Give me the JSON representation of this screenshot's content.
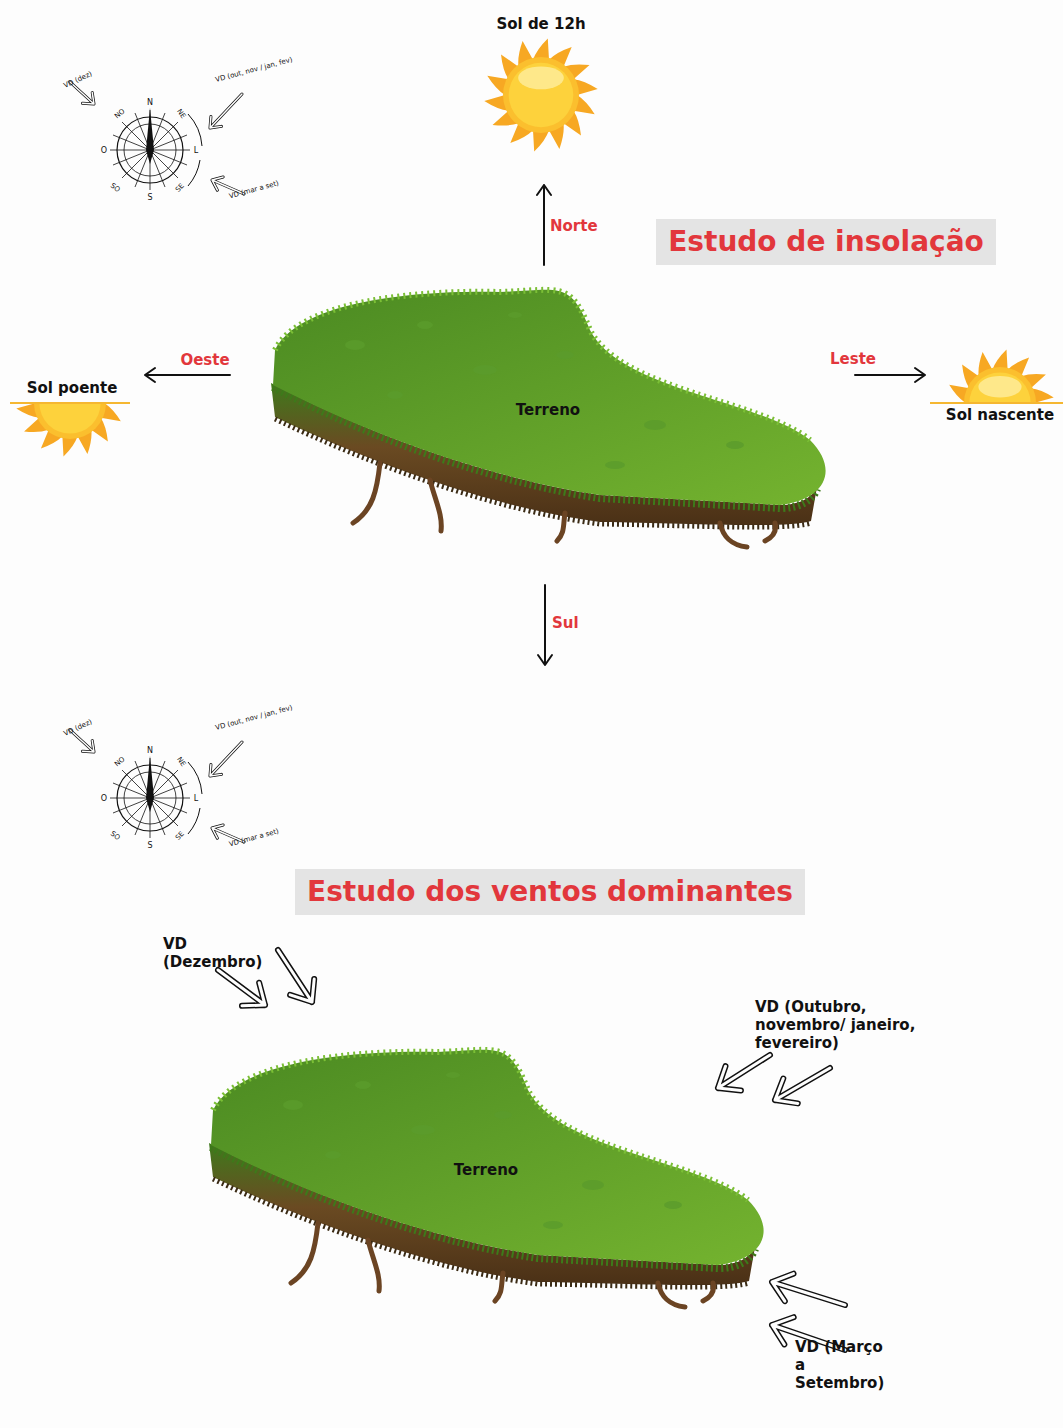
{
  "diagram": {
    "nodes": [
      {
        "text": [
          "Estudo de insolação"
        ]
      },
      {
        "text": [
          "Terreno"
        ]
      },
      {
        "text": [
          "Estudo dos ventos dominantes"
        ]
      },
      {
        "text": [
          "Terreno"
        ]
      }
    ],
    "labels": [
      "VD (dez)",
      "N",
      "NO",
      "NE",
      "O",
      "L",
      "SO",
      "S",
      "SE",
      "VD (out, nov / jan, fev)",
      "VD (mar a set)",
      "Sol de 12h",
      "Norte",
      "Oeste",
      "Sol poente",
      "Leste",
      "Sol nascente",
      "Sul",
      "VD (dez)",
      "N",
      "NO",
      "NE",
      "O",
      "L",
      "SO",
      "S",
      "SE",
      "VD (out, nov / jan, fev)",
      "VD (mar a set)",
      "VD (Dezembro)",
      "VD (Outubro, novembro/ janeiro, fevereiro)",
      "VD (Março a Setembro)"
    ]
  }
}
